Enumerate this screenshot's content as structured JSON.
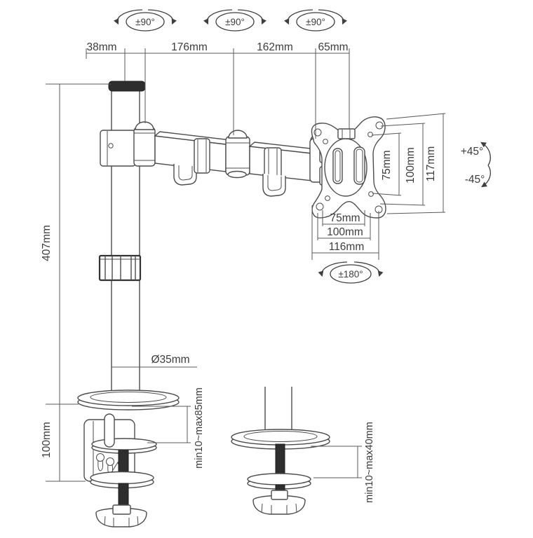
{
  "colors": {
    "background": "#ffffff",
    "line": "#4c4c4c",
    "text": "#3c3c3c",
    "dark_fill": "#2e2e2e"
  },
  "rotation_badges": {
    "joint1": "±90°",
    "joint2": "±90°",
    "joint3": "±90°",
    "vesa": "±180°"
  },
  "tilt_labels": {
    "up": "+45°",
    "down": "-45°"
  },
  "dimensions": {
    "top": [
      {
        "label": "38mm"
      },
      {
        "label": "176mm"
      },
      {
        "label": "162mm"
      },
      {
        "label": "65mm"
      }
    ],
    "pole_height": "407mm",
    "clamp_height": "100mm",
    "pole_diameter": "Ø35mm",
    "vesa_vertical": [
      {
        "label": "75mm"
      },
      {
        "label": "100mm"
      },
      {
        "label": "117mm"
      }
    ],
    "vesa_horizontal": [
      {
        "label": "75mm"
      },
      {
        "label": "100mm"
      },
      {
        "label": "116mm"
      }
    ],
    "clamp_range": "min10~max85mm",
    "grommet_range": "min10~max40mm"
  }
}
